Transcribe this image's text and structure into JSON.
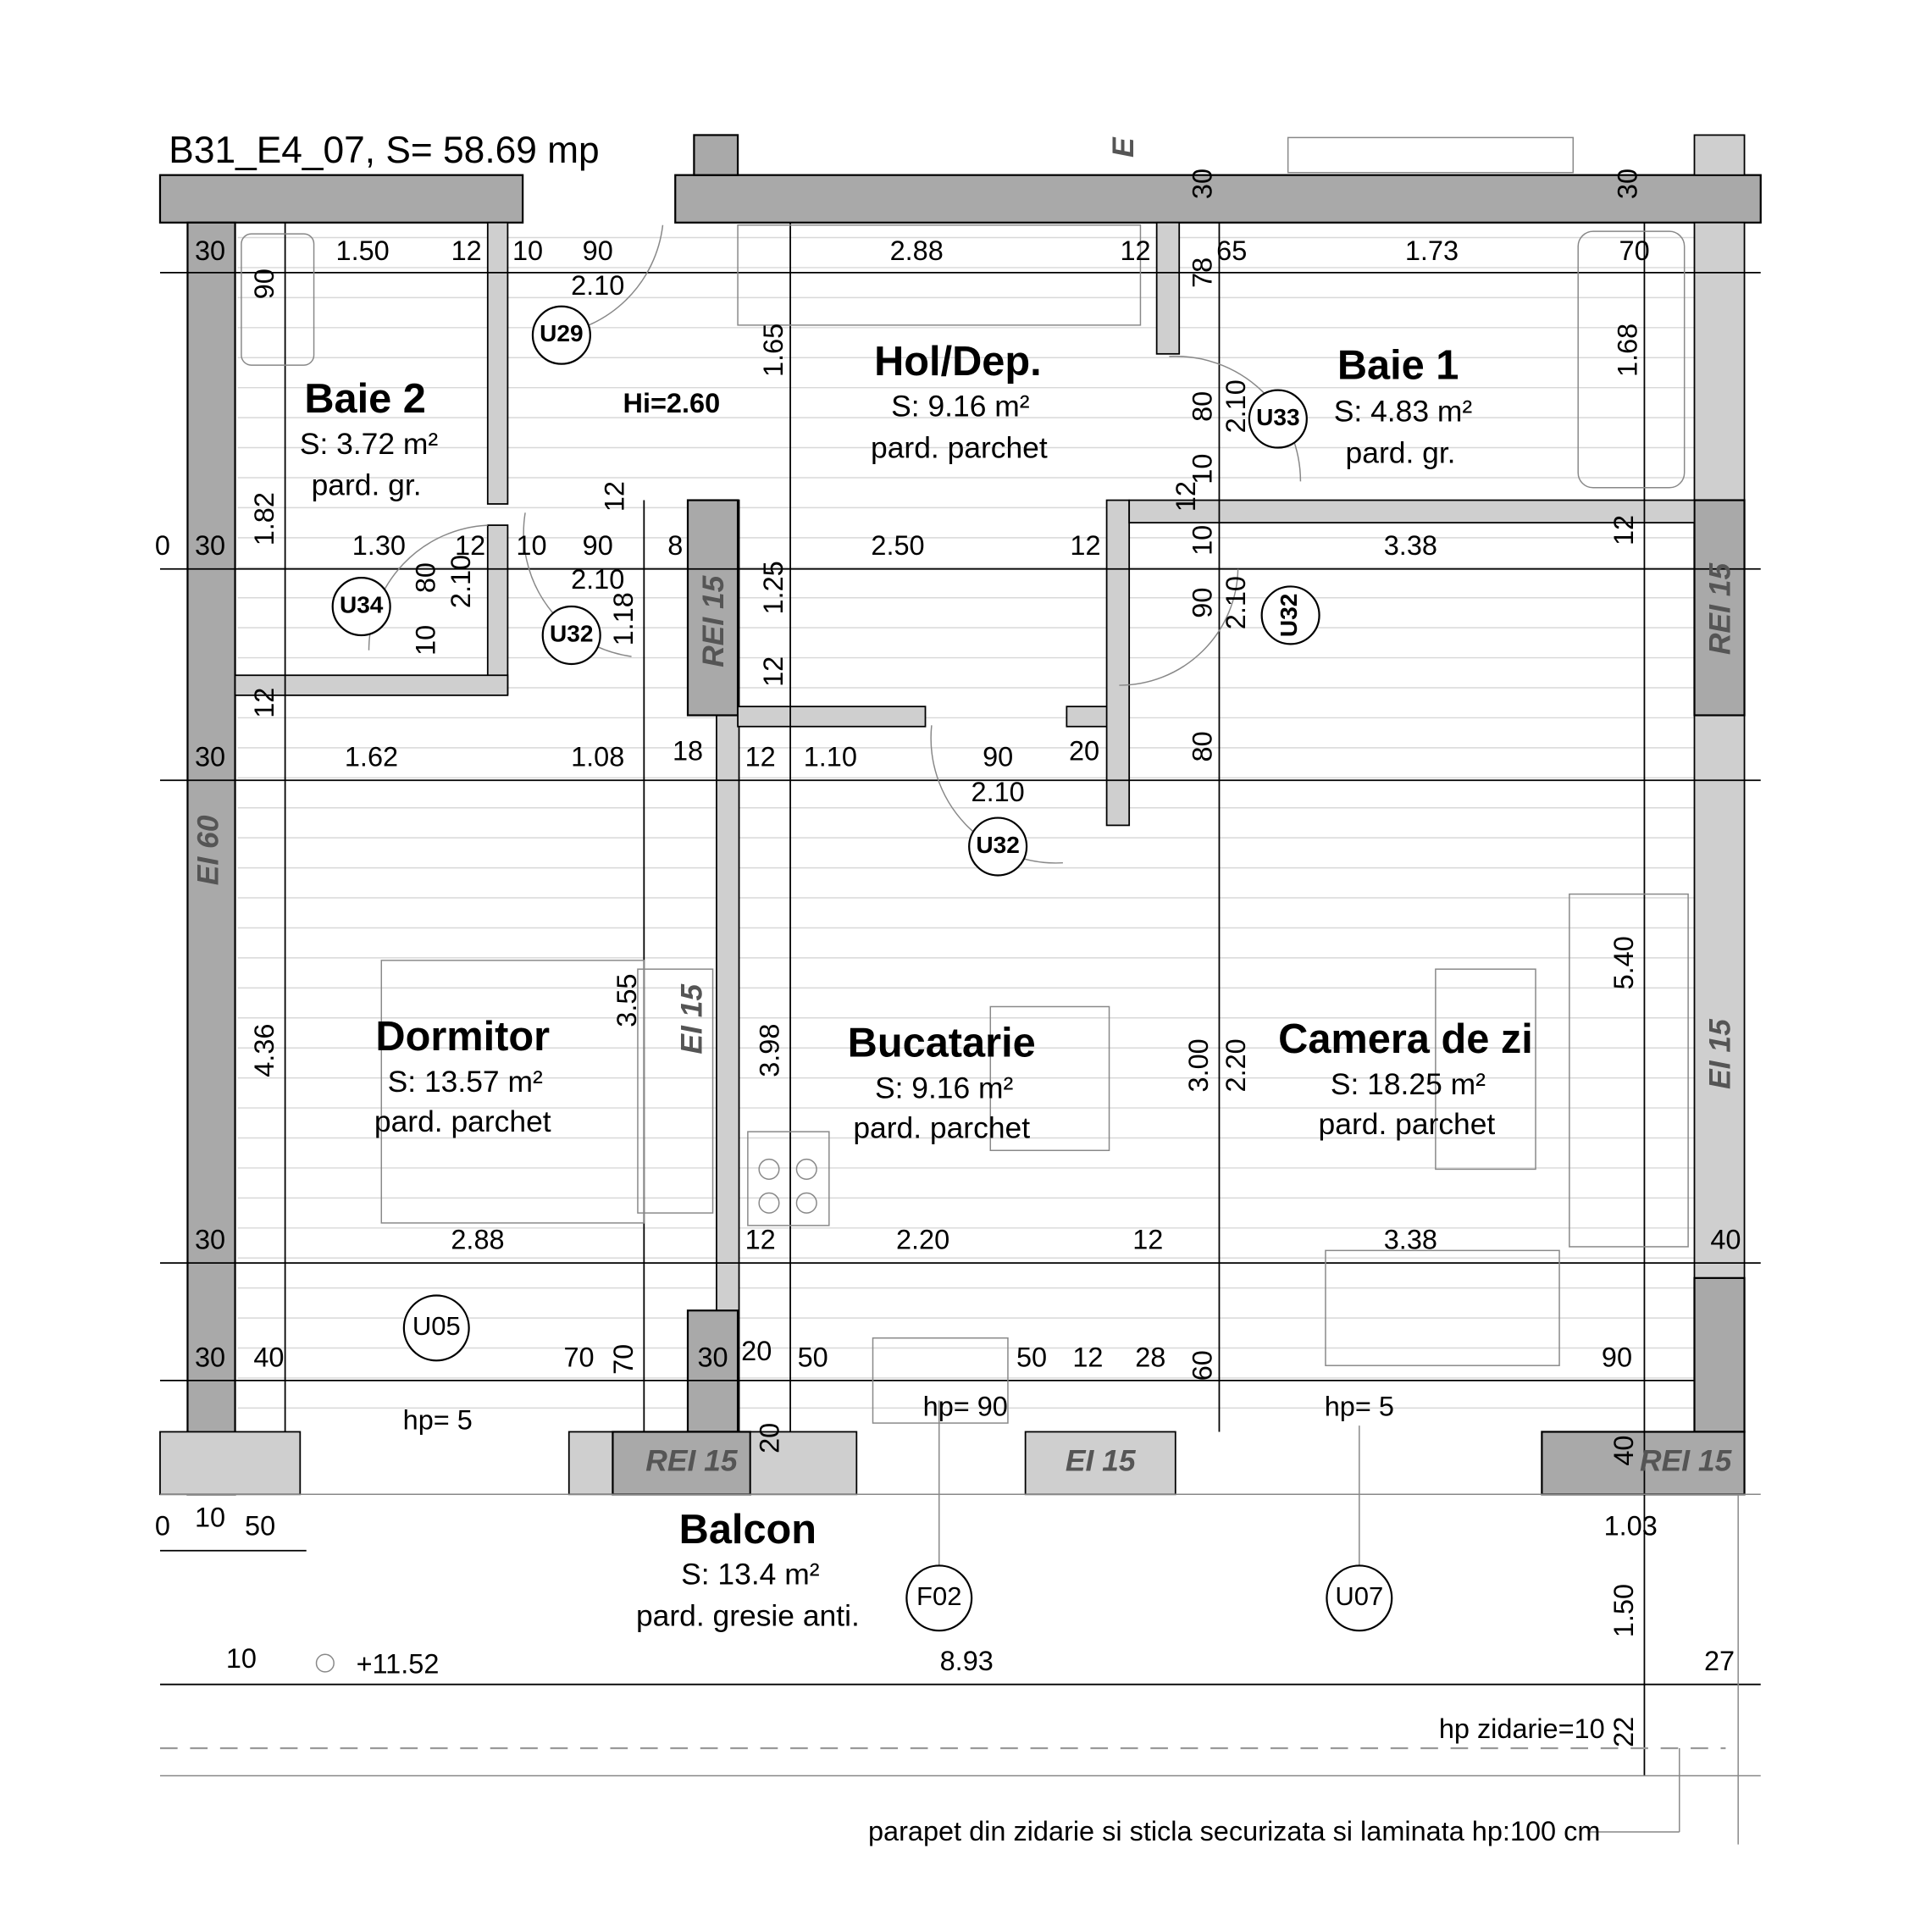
{
  "title": "B31_E4_07, S= 58.69 mp",
  "rooms": [
    {
      "name": "Baie 2",
      "area": "S: 3.72 m²",
      "floor": "pard. gr."
    },
    {
      "name": "Hol/Dep.",
      "area": "S: 9.16 m²",
      "floor": "pard. parchet"
    },
    {
      "name": "Baie 1",
      "area": "S: 4.83 m²",
      "floor": "pard. gr."
    },
    {
      "name": "Dormitor",
      "area": "S: 13.57 m²",
      "floor": "pard. parchet"
    },
    {
      "name": "Bucatarie",
      "area": "S: 9.16 m²",
      "floor": "pard. parchet"
    },
    {
      "name": "Camera de zi",
      "area": "S: 18.25 m²",
      "floor": "pard. parchet"
    },
    {
      "name": "Balcon",
      "area": "S: 13.4 m²",
      "floor": "pard. gresie anti."
    }
  ],
  "dims": [
    "30",
    "1.50",
    "12",
    "10",
    "90",
    "2.88",
    "12",
    "65",
    "1.73",
    "70",
    "30",
    "30",
    "2.10",
    "90",
    "78",
    "1.68",
    "1.65",
    "80",
    "2.10",
    "10",
    "12",
    "12",
    "0",
    "30",
    "1.82",
    "1.30",
    "12",
    "10",
    "90",
    "8",
    "2.50",
    "12",
    "10",
    "3.38",
    "12",
    "2.10",
    "80",
    "2.10",
    "1.25",
    "1.18",
    "10",
    "90",
    "2.10",
    "12",
    "12",
    "30",
    "1.62",
    "1.08",
    "18",
    "12",
    "1.10",
    "90",
    "20",
    "80",
    "2.10",
    "4.36",
    "3.55",
    "3.98",
    "3.00",
    "2.20",
    "5.40",
    "30",
    "2.88",
    "12",
    "2.20",
    "12",
    "3.38",
    "40",
    "30",
    "40",
    "70",
    "70",
    "30",
    "20",
    "50",
    "50",
    "12",
    "28",
    "60",
    "90",
    "20",
    "40",
    "0",
    "10",
    "50",
    "1.03",
    "1.50",
    "10",
    "8.93",
    "27",
    "22"
  ],
  "door_tags": [
    "U29",
    "U33",
    "U34",
    "U32",
    "U32",
    "U32",
    "U05",
    "F02",
    "U07"
  ],
  "wall_ratings": [
    "EI 60",
    "REI 15",
    "EI 15",
    "REI 15",
    "EI 15",
    "REI 15",
    "EI 15",
    "REI 15",
    "E"
  ],
  "annotations": {
    "interior_height": "Hi=2.60",
    "sill_bedroom": "hp= 5",
    "sill_kitchen": "hp= 90",
    "sill_living": "hp= 5",
    "elevation": "+11.52",
    "masonry_height": "hp zidarie=10",
    "parapet_note": "parapet din zidarie si sticla securizata si laminata hp:100 cm"
  }
}
